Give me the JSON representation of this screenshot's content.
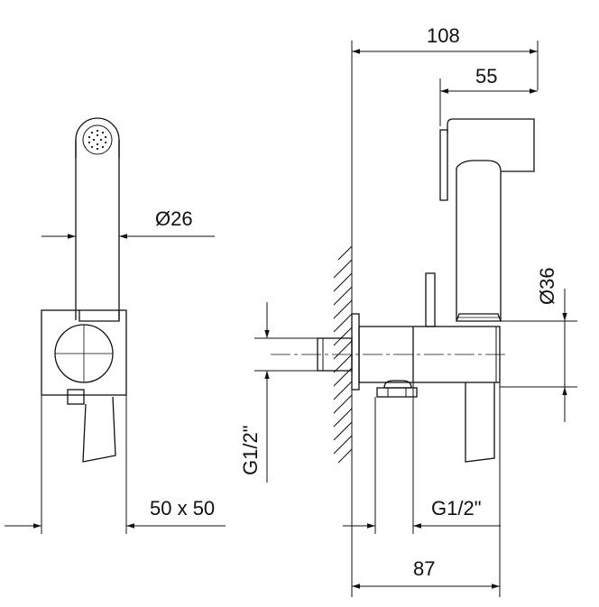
{
  "dimensions": {
    "overall_width": "108",
    "handset_length": "55",
    "hose_diameter": "Ø36",
    "head_diameter": "Ø26",
    "plate_size": "50 x 50",
    "inlet_thread": "G1/2\"",
    "outlet_thread": "G1/2\"",
    "projection": "87"
  }
}
